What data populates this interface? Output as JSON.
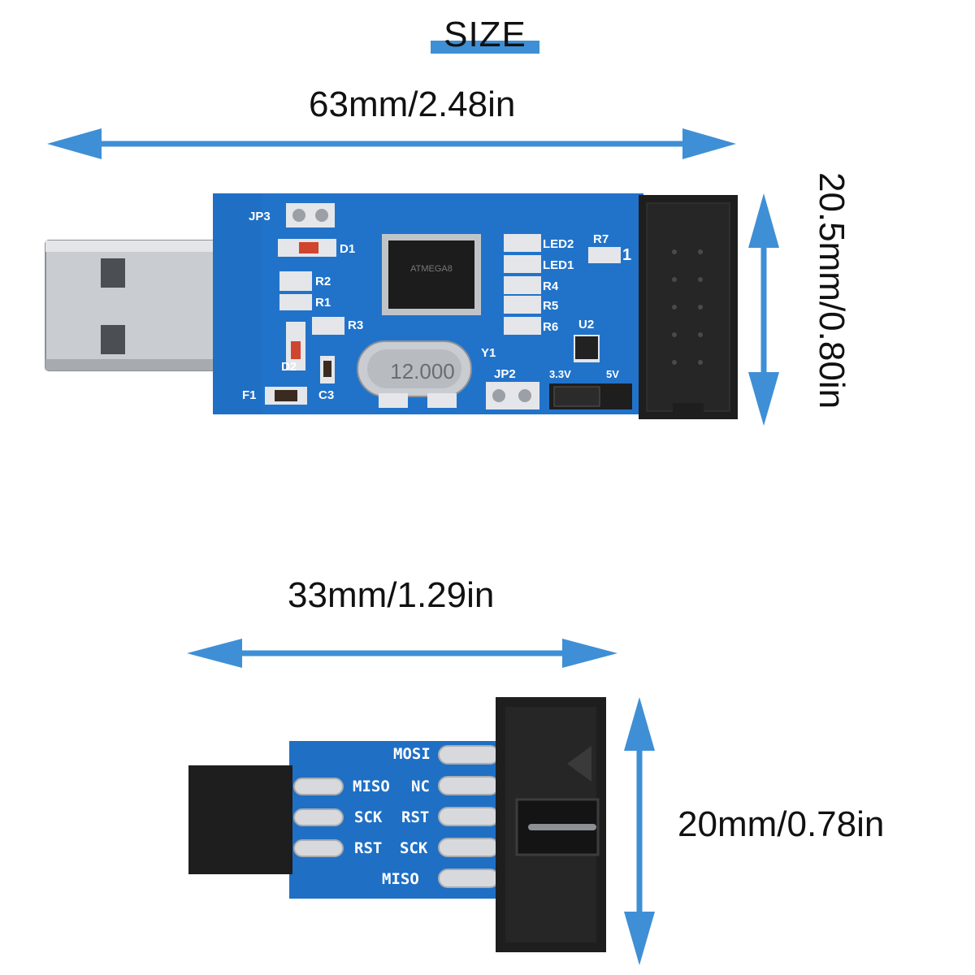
{
  "title": "SIZE",
  "board1": {
    "width_label": "63mm/2.48in",
    "height_label": "20.5mm/0.80in",
    "silkscreen": {
      "jp3": "JP3",
      "d1": "D1",
      "r2": "R2",
      "r1": "R1",
      "r3": "R3",
      "d2": "D2",
      "c3": "C3",
      "f1": "F1",
      "led2": "LED2",
      "led1": "LED1",
      "r4": "R4",
      "r5": "R5",
      "r6": "R6",
      "r7": "R7",
      "pin1": "1",
      "u2": "U2",
      "y1": "Y1",
      "jp2": "JP2",
      "v33": "3.3V",
      "v5": "5V",
      "crystal": "12.000",
      "chip": "ATMEGA8"
    }
  },
  "board2": {
    "width_label": "33mm/1.29in",
    "height_label": "20mm/0.78in",
    "labels": {
      "mosi_top": "MOSI",
      "miso_left": "MISO",
      "nc": "NC",
      "sck_left": "SCK",
      "rst_right": "RST",
      "rst_left": "RST",
      "sck_right": "SCK",
      "miso_bottom": "MISO"
    }
  },
  "colors": {
    "arrow": "#3e8fd6",
    "pcb": "#1f6fc4",
    "connector": "#1e1e1e",
    "usb_metal": "#c9ccd0"
  }
}
